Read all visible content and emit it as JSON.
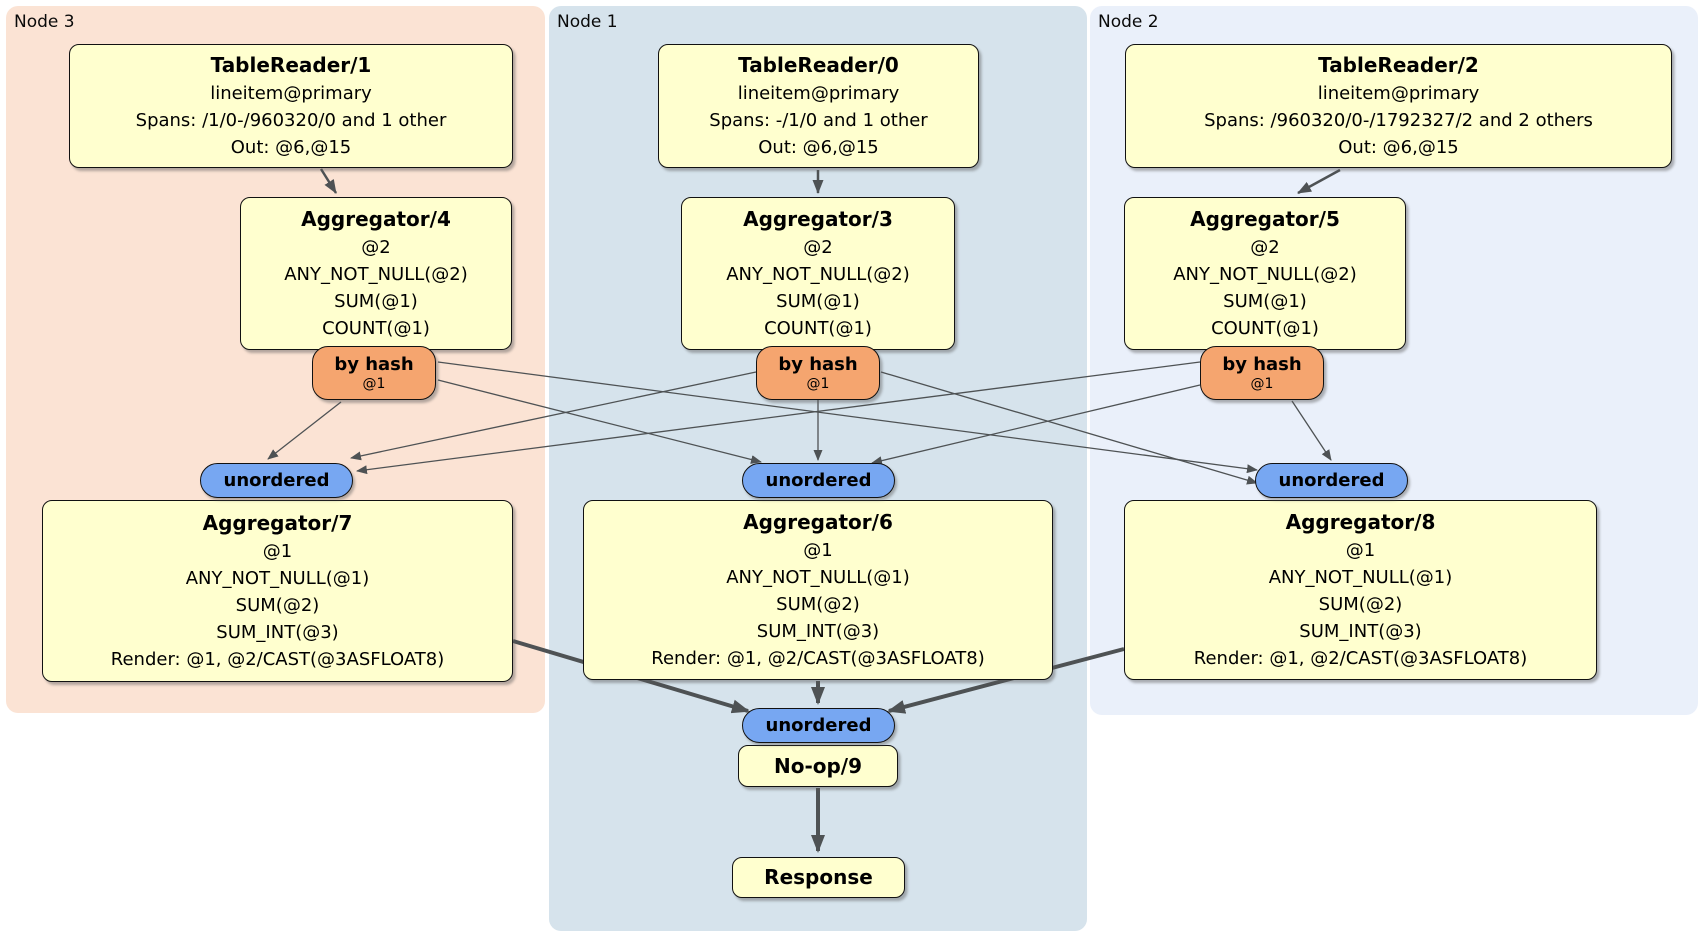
{
  "regions": {
    "node3": {
      "label": "Node 3"
    },
    "node1": {
      "label": "Node 1"
    },
    "node2": {
      "label": "Node 2"
    }
  },
  "processors": {
    "tableReader1": {
      "title": "TableReader/1",
      "lines": [
        "lineitem@primary",
        "Spans: /1/0-/960320/0 and 1 other",
        "Out: @6,@15"
      ]
    },
    "tableReader0": {
      "title": "TableReader/0",
      "lines": [
        "lineitem@primary",
        "Spans: -/1/0 and 1 other",
        "Out: @6,@15"
      ]
    },
    "tableReader2": {
      "title": "TableReader/2",
      "lines": [
        "lineitem@primary",
        "Spans: /960320/0-/1792327/2 and 2 others",
        "Out: @6,@15"
      ]
    },
    "aggregator4": {
      "title": "Aggregator/4",
      "lines": [
        "@2",
        "ANY_NOT_NULL(@2)",
        "SUM(@1)",
        "COUNT(@1)"
      ]
    },
    "aggregator3": {
      "title": "Aggregator/3",
      "lines": [
        "@2",
        "ANY_NOT_NULL(@2)",
        "SUM(@1)",
        "COUNT(@1)"
      ]
    },
    "aggregator5": {
      "title": "Aggregator/5",
      "lines": [
        "@2",
        "ANY_NOT_NULL(@2)",
        "SUM(@1)",
        "COUNT(@1)"
      ]
    },
    "aggregator7": {
      "title": "Aggregator/7",
      "lines": [
        "@1",
        "ANY_NOT_NULL(@1)",
        "SUM(@2)",
        "SUM_INT(@3)",
        "Render: @1, @2/CAST(@3ASFLOAT8)"
      ]
    },
    "aggregator6": {
      "title": "Aggregator/6",
      "lines": [
        "@1",
        "ANY_NOT_NULL(@1)",
        "SUM(@2)",
        "SUM_INT(@3)",
        "Render: @1, @2/CAST(@3ASFLOAT8)"
      ]
    },
    "aggregator8": {
      "title": "Aggregator/8",
      "lines": [
        "@1",
        "ANY_NOT_NULL(@1)",
        "SUM(@2)",
        "SUM_INT(@3)",
        "Render: @1, @2/CAST(@3ASFLOAT8)"
      ]
    },
    "noop": {
      "title": "No-op/9"
    },
    "response": {
      "title": "Response"
    }
  },
  "routers": {
    "byHash3": {
      "label": "by hash",
      "detail": "@1"
    },
    "byHash1": {
      "label": "by hash",
      "detail": "@1"
    },
    "byHash2": {
      "label": "by hash",
      "detail": "@1"
    },
    "unordered3": {
      "label": "unordered"
    },
    "unordered1": {
      "label": "unordered"
    },
    "unordered2": {
      "label": "unordered"
    },
    "unorderedFinal": {
      "label": "unordered"
    }
  },
  "colors": {
    "node3_bg": "#fbe3d4",
    "node1_bg": "#d6e3ec",
    "node2_bg": "#eaf0fa",
    "processor_fill": "#ffffcf",
    "hash_router_fill": "#f5a56f",
    "stream_pill_fill": "#77a7f2",
    "edge": "#4e5254"
  }
}
